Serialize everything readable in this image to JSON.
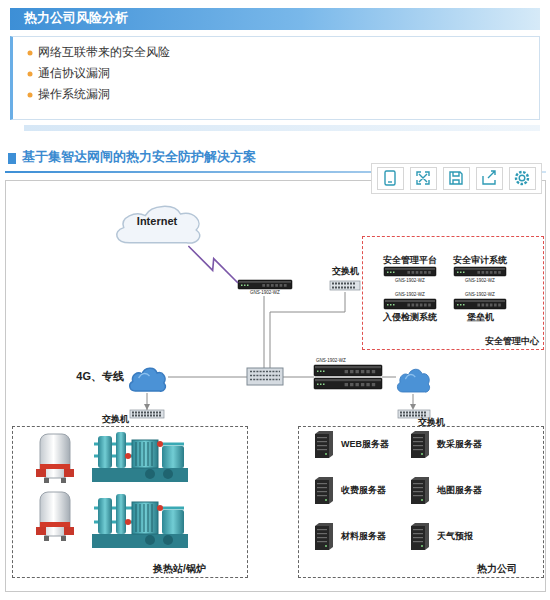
{
  "diagram": {
    "nodes": [
      {
        "text": [
          "热力公司风险分析"
        ]
      },
      {
        "text": [
          "网络互联带来的安全风险",
          "通信协议漏洞",
          "操作系统漏洞"
        ]
      },
      {
        "text": [
          "Internet"
        ]
      },
      {
        "text": [
          "GNS-1902-WZ"
        ]
      },
      {
        "text": [
          "交换机"
        ]
      },
      {
        "text": [
          "安全管理中心"
        ]
      },
      {
        "text": [
          "安全管理平台",
          "GNS-1902-WZ"
        ],
        "in": 5
      },
      {
        "text": [
          "安全审计系统",
          "GNS-1902-WZ"
        ],
        "in": 5
      },
      {
        "text": [
          "GNS-1902-WZ",
          "入侵检测系统"
        ],
        "in": 5
      },
      {
        "text": [
          "GNS-1902-WZ",
          "堡垒机"
        ],
        "in": 5
      },
      {
        "text": [
          "4G、专线"
        ]
      },
      {
        "text": [
          "GNS-1902-WZ"
        ]
      },
      {
        "text": [
          "交换机"
        ]
      },
      {
        "text": [
          "交换机"
        ]
      },
      {
        "text": [
          "换热站/锅炉"
        ]
      },
      {
        "text": [
          "热力公司"
        ]
      },
      {
        "text": [
          "WEB服务器"
        ],
        "in": 15
      },
      {
        "text": [
          "数采服务器"
        ],
        "in": 15
      },
      {
        "text": [
          "收费服务器"
        ],
        "in": 15
      },
      {
        "text": [
          "地图服务器"
        ],
        "in": 15
      },
      {
        "text": [
          "材料服务器"
        ],
        "in": 15
      },
      {
        "text": [
          "天气预报"
        ],
        "in": 15
      }
    ],
    "edges": [
      {
        "from": 2,
        "to": 3,
        "arrow": "none"
      },
      {
        "from": 10,
        "to": 12,
        "arrow": "to"
      }
    ],
    "labels": [
      "基于集智达网闸的热力安全防护解决方案"
    ]
  }
}
